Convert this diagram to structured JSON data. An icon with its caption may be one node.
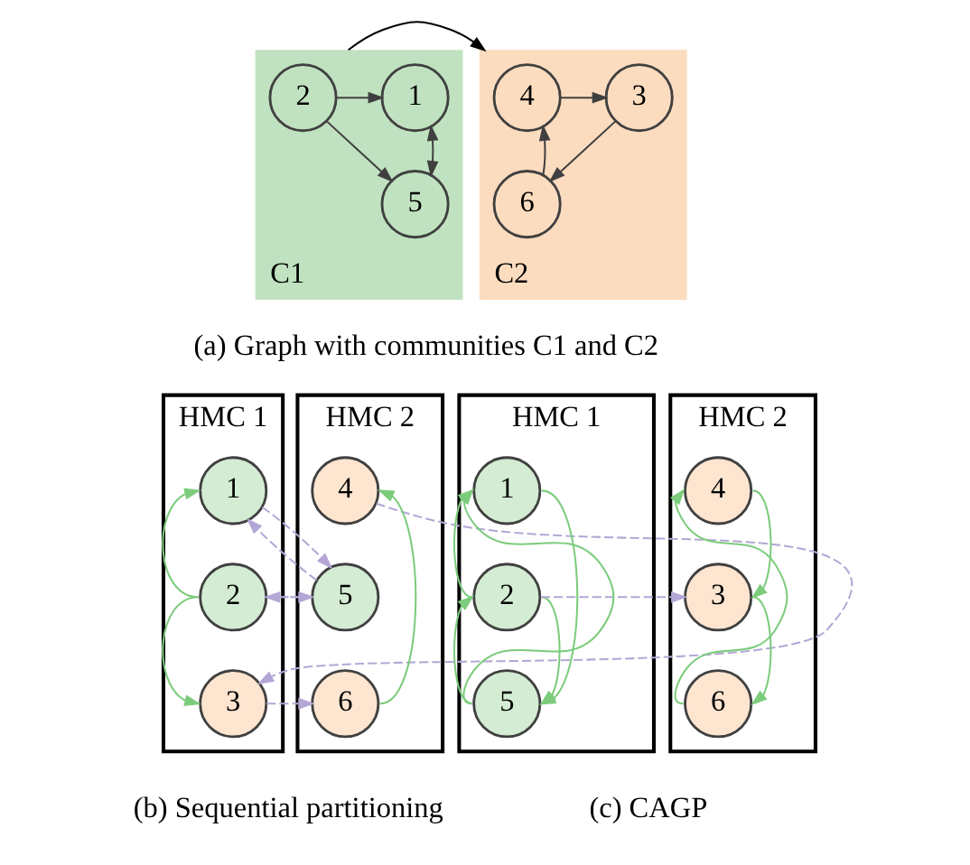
{
  "diagram": {
    "nodes": [
      {
        "text": [
          "C1"
        ]
      },
      {
        "text": [
          "1"
        ],
        "in": 0
      },
      {
        "text": [
          "2"
        ],
        "in": 0
      },
      {
        "text": [
          "5"
        ],
        "in": 0
      },
      {
        "text": [
          "C2"
        ]
      },
      {
        "text": [
          "3"
        ],
        "in": 4
      },
      {
        "text": [
          "4"
        ],
        "in": 4
      },
      {
        "text": [
          "6"
        ],
        "in": 4
      },
      {
        "text": [
          "HMC 1"
        ]
      },
      {
        "text": [
          "1"
        ],
        "in": 8
      },
      {
        "text": [
          "2"
        ],
        "in": 8
      },
      {
        "text": [
          "3"
        ],
        "in": 8
      },
      {
        "text": [
          "HMC 2"
        ]
      },
      {
        "text": [
          "4"
        ],
        "in": 12
      },
      {
        "text": [
          "5"
        ],
        "in": 12
      },
      {
        "text": [
          "6"
        ],
        "in": 12
      },
      {
        "text": [
          "HMC 1"
        ]
      },
      {
        "text": [
          "1"
        ],
        "in": 16
      },
      {
        "text": [
          "2"
        ],
        "in": 16
      },
      {
        "text": [
          "5"
        ],
        "in": 16
      },
      {
        "text": [
          "HMC 2"
        ]
      },
      {
        "text": [
          "4"
        ],
        "in": 20
      },
      {
        "text": [
          "3"
        ],
        "in": 20
      },
      {
        "text": [
          "6"
        ],
        "in": 20
      }
    ],
    "edges": [
      {
        "from": 2,
        "to": 1,
        "arrow": "to",
        "color": "#404040"
      },
      {
        "from": 1,
        "to": 3,
        "arrow": "both",
        "color": "#404040"
      },
      {
        "from": 2,
        "to": 3,
        "arrow": "to",
        "color": "#404040"
      },
      {
        "from": 0,
        "to": 4,
        "arrow": "to",
        "color": "#000000"
      },
      {
        "from": 6,
        "to": 5,
        "arrow": "to",
        "color": "#404040"
      },
      {
        "from": 5,
        "to": 7,
        "arrow": "to",
        "color": "#404040"
      },
      {
        "from": 7,
        "to": 6,
        "arrow": "to",
        "color": "#404040"
      },
      {
        "from": 9,
        "to": 14,
        "arrow": "to",
        "style": "dashed",
        "color": "#b4a7d6"
      },
      {
        "from": 14,
        "to": 9,
        "arrow": "to",
        "style": "dashed",
        "color": "#b4a7d6"
      },
      {
        "from": 10,
        "to": 14,
        "arrow": "to",
        "style": "dashed",
        "color": "#b4a7d6"
      },
      {
        "from": 14,
        "to": 10,
        "arrow": "to",
        "style": "dashed",
        "color": "#b4a7d6"
      },
      {
        "from": 13,
        "to": 11,
        "arrow": "to",
        "style": "dashed",
        "color": "#b4a7d6"
      },
      {
        "from": 11,
        "to": 15,
        "arrow": "to",
        "style": "dashed",
        "color": "#b4a7d6"
      },
      {
        "from": 10,
        "to": 9,
        "arrow": "to"
      },
      {
        "from": 10,
        "to": 11,
        "arrow": "to"
      },
      {
        "from": 15,
        "to": 13,
        "arrow": "to"
      },
      {
        "from": 18,
        "to": 17,
        "arrow": "to"
      },
      {
        "from": 19,
        "to": 18,
        "arrow": "to"
      },
      {
        "from": 19,
        "to": 17,
        "arrow": "to"
      },
      {
        "from": 17,
        "to": 19,
        "arrow": "to"
      },
      {
        "from": 18,
        "to": 19,
        "arrow": "to"
      },
      {
        "from": 23,
        "to": 21,
        "arrow": "to"
      },
      {
        "from": 21,
        "to": 22,
        "arrow": "to"
      },
      {
        "from": 22,
        "to": 23,
        "arrow": "to"
      },
      {
        "from": 18,
        "to": 22,
        "arrow": "to",
        "style": "dashed",
        "color": "#b4a7d6"
      }
    ],
    "labels": [
      "(a) Graph with communities C1 and C2",
      "(b) Sequential partitioning",
      "(c) CAGP"
    ]
  }
}
